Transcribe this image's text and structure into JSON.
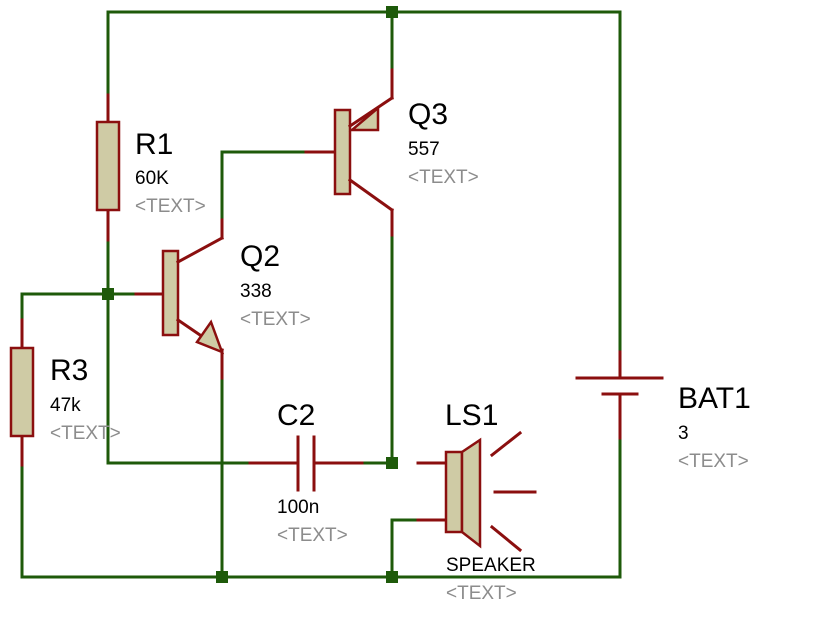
{
  "colors": {
    "wire": "#1e5a0a",
    "component_lead": "#8b0f0f",
    "component_body": "#cfcba5",
    "placeholder_text": "#8c8c8c"
  },
  "components": {
    "r1": {
      "ref": "R1",
      "value": "60K",
      "text": "<TEXT>"
    },
    "r3": {
      "ref": "R3",
      "value": "47k",
      "text": "<TEXT>"
    },
    "q2": {
      "ref": "Q2",
      "value": "338",
      "text": "<TEXT>"
    },
    "q3": {
      "ref": "Q3",
      "value": "557",
      "text": "<TEXT>"
    },
    "c2": {
      "ref": "C2",
      "value": "100n",
      "text": "<TEXT>"
    },
    "ls1": {
      "ref": "LS1",
      "value": "SPEAKER",
      "text": "<TEXT>"
    },
    "bat1": {
      "ref": "BAT1",
      "value": "3",
      "text": "<TEXT>"
    }
  }
}
